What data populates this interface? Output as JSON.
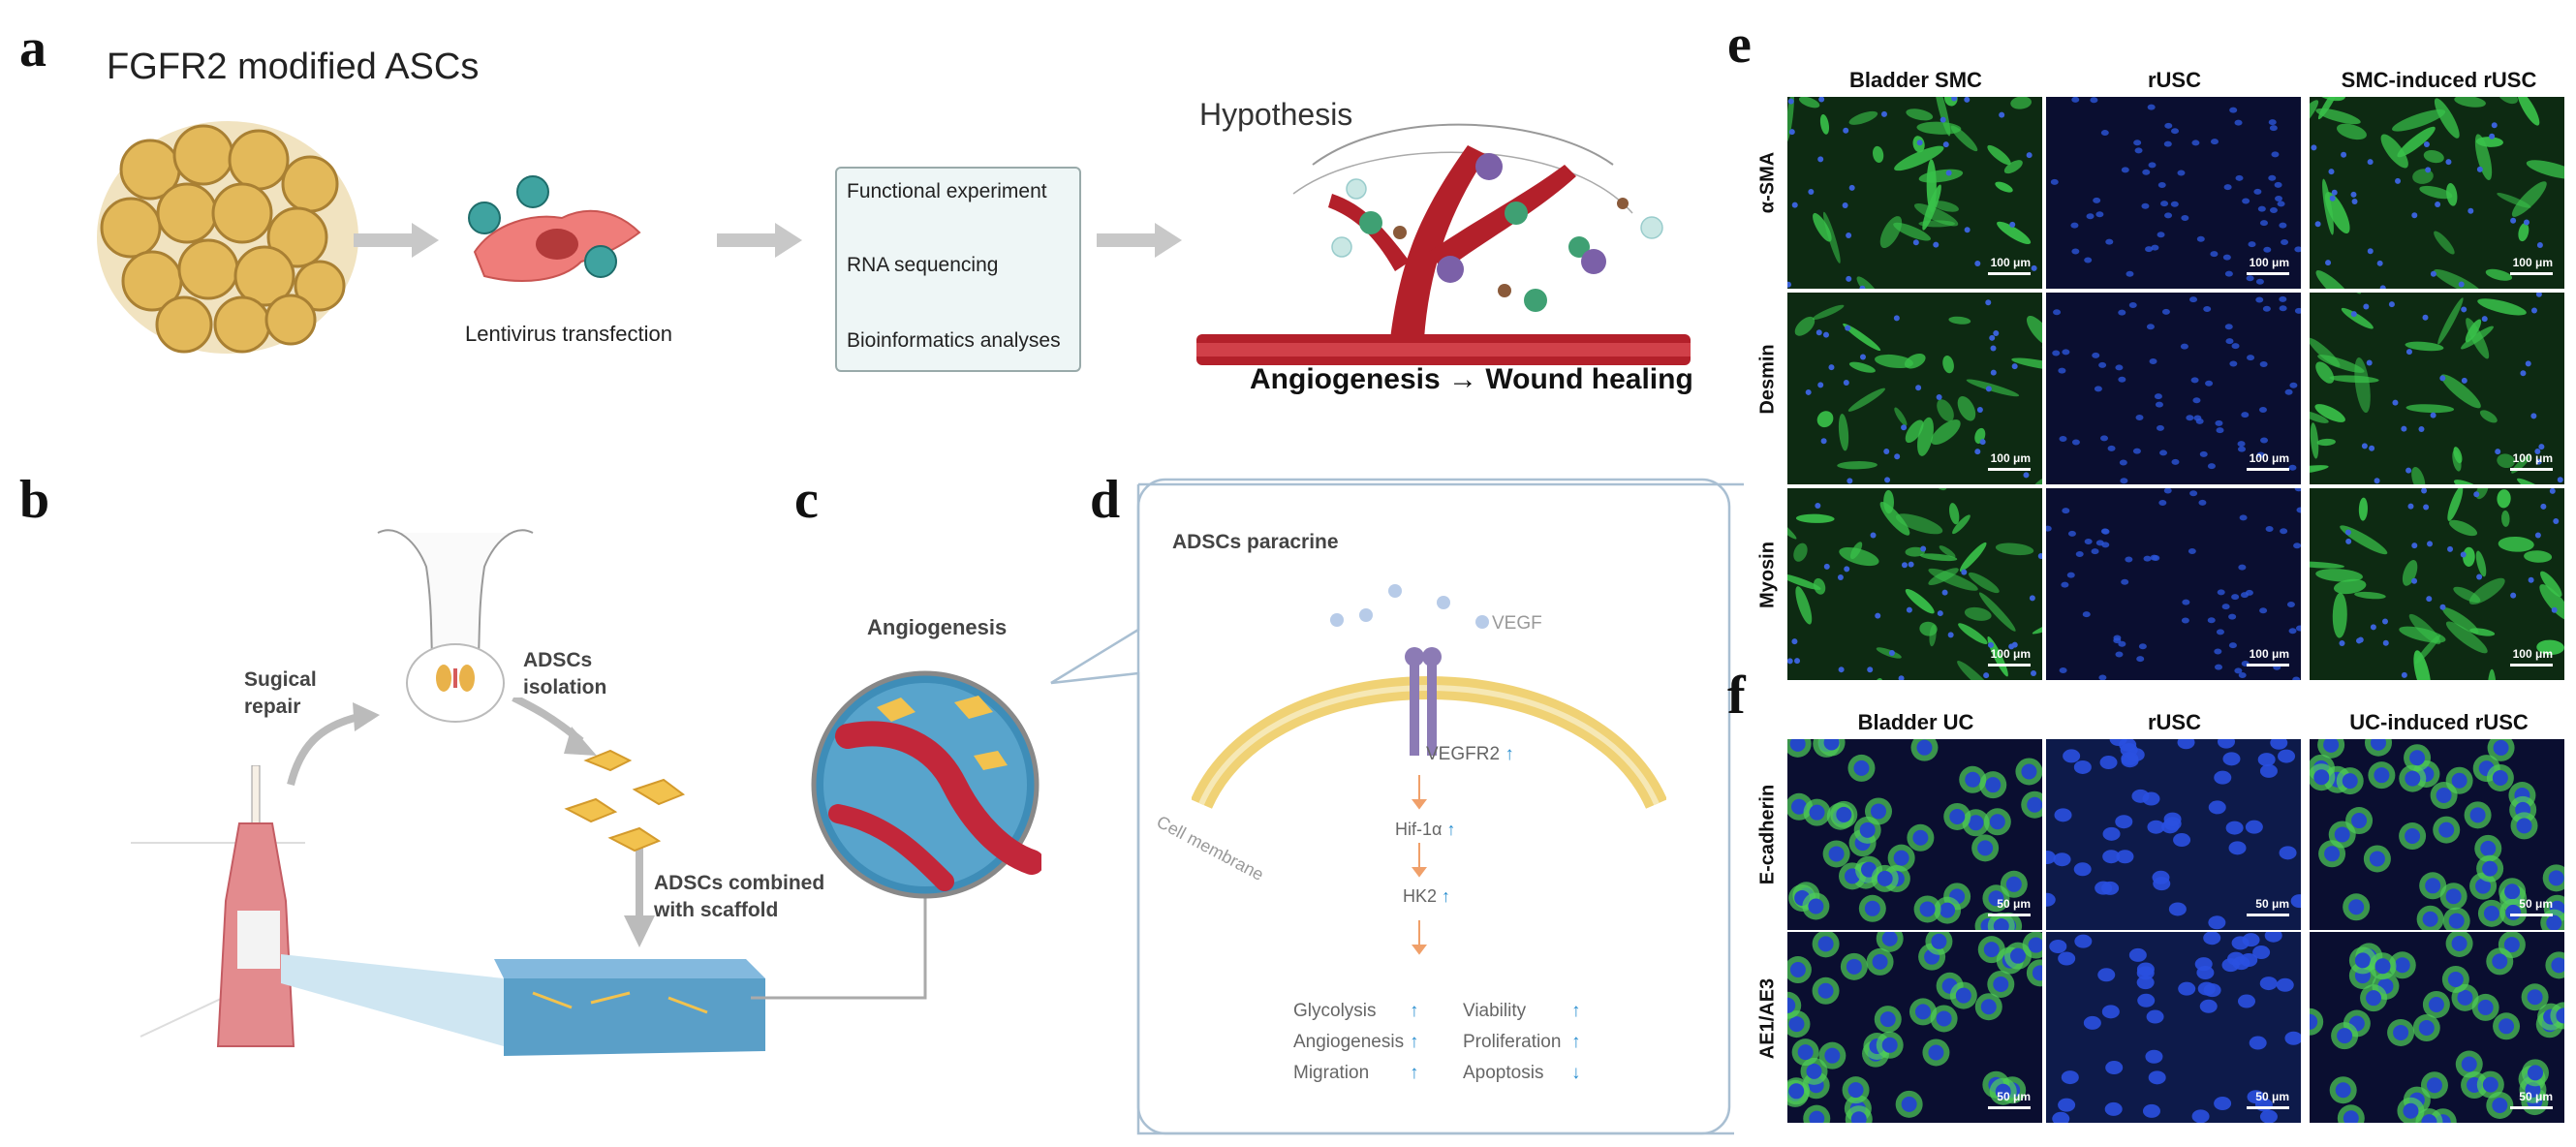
{
  "panel_labels": {
    "a": "a",
    "b": "b",
    "c": "c",
    "d": "d",
    "e": "e",
    "f": "f"
  },
  "panel_a": {
    "title": "FGFR2 modified ASCs",
    "lentivirus": "Lentivirus transfection",
    "box_items": [
      "Functional experiment",
      "RNA sequencing",
      "Bioinformatics analyses"
    ],
    "hypothesis": "Hypothesis",
    "caption": "Angiogenesis → Wound healing"
  },
  "panel_b": {
    "surgical_repair": [
      "Sugical",
      "repair"
    ],
    "isolation": [
      "ADSCs",
      "isolation"
    ],
    "combined": [
      "ADSCs combined",
      "with scaffold"
    ]
  },
  "panel_c": {
    "title": "Angiogenesis"
  },
  "panel_d": {
    "title": "ADSCs paracrine",
    "vegf": "VEGF",
    "membrane": "Cell membrane",
    "vegfr2": "VEGFR2",
    "hif": "Hif-1α",
    "hk2": "HK2",
    "left_outcomes": [
      "Glycolysis",
      "Angiogenesis",
      "Migration"
    ],
    "right_outcomes": [
      "Viability",
      "Proliferation",
      "Apoptosis"
    ],
    "up_arrow": "↑",
    "down_arrow": "↓"
  },
  "panel_e": {
    "columns": [
      "Bladder SMC",
      "rUSC",
      "SMC-induced rUSC"
    ],
    "rows": [
      "α-SMA",
      "Desmin",
      "Myosin"
    ],
    "scale": "100 μm"
  },
  "panel_f": {
    "columns": [
      "Bladder UC",
      "rUSC",
      "UC-induced rUSC"
    ],
    "rows": [
      "E-cadherin",
      "AE1/AE3"
    ],
    "scale": "50 μm"
  },
  "colors": {
    "arrow": "#c8c8c8",
    "vessel": "#b3202a",
    "cell": "#e9a03a",
    "stain_green": "#39c24a",
    "nuclei_blue": "#1f3fb8",
    "box_fill": "#eef6f6"
  }
}
